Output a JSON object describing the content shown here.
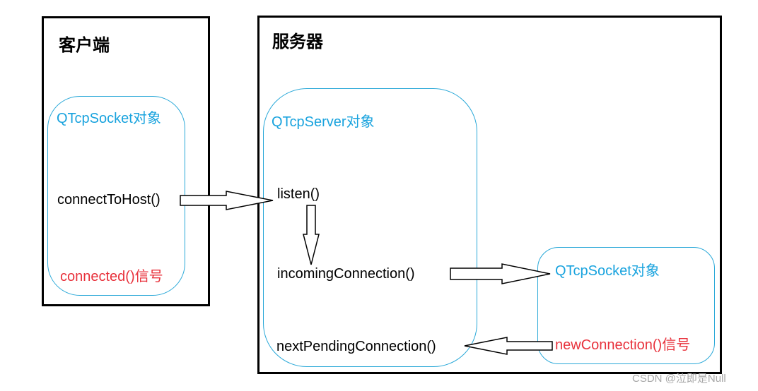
{
  "client": {
    "title": "客户端",
    "object_label": "QTcpSocket对象",
    "method": "connectToHost()",
    "signal": "connected()信号"
  },
  "server": {
    "title": "服务器",
    "object_label": "QTcpServer对象",
    "methods": [
      "listen()",
      "incomingConnection()",
      "nextPendingConnection()"
    ],
    "socket_object_label": "QTcpSocket对象",
    "signal": "newConnection()信号"
  },
  "watermark": "CSDN @泣即是Null",
  "colors": {
    "object_border": "#29a8d8",
    "label_blue": "#19a3de",
    "signal_red": "#e8323c"
  }
}
